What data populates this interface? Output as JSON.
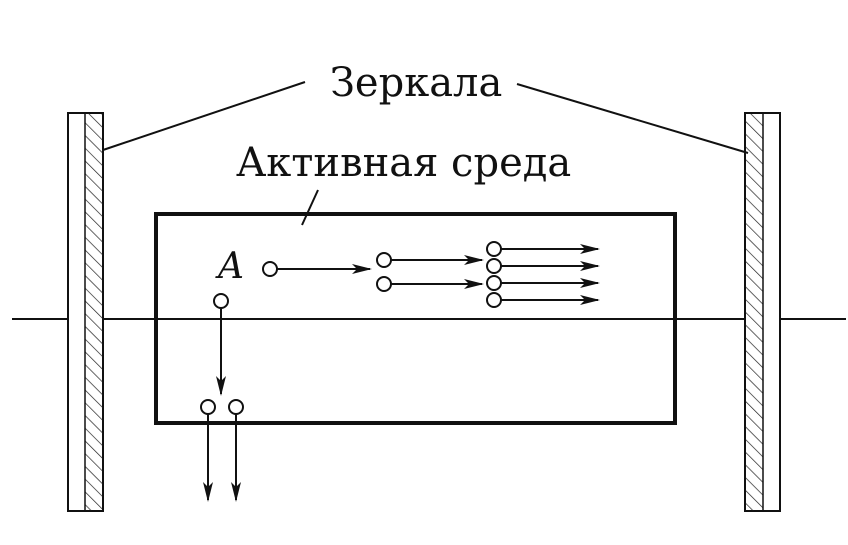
{
  "labels": {
    "mirrors": "Зеркала",
    "active_medium": "Активная среда",
    "atom": "A"
  }
}
